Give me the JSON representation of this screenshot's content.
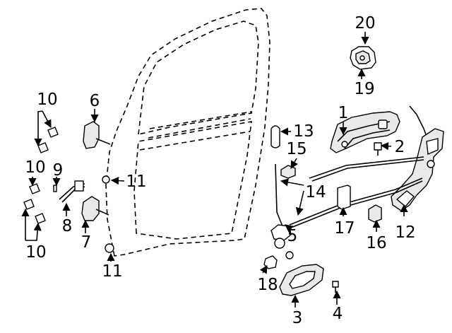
{
  "callouts": {
    "c1": "1",
    "c2": "2",
    "c3": "3",
    "c4": "4",
    "c5": "5",
    "c6": "6",
    "c7": "7",
    "c8": "8",
    "c9": "9",
    "c10a": "10",
    "c10b": "10",
    "c10c": "10",
    "c11a": "11",
    "c11b": "11",
    "c12": "12",
    "c13": "13",
    "c14": "14",
    "c15": "15",
    "c16": "16",
    "c17": "17",
    "c18": "18",
    "c19": "19",
    "c20": "20"
  },
  "colors": {
    "ink": "#000000",
    "background": "#ffffff",
    "part_fill": "#e9e9e9"
  }
}
